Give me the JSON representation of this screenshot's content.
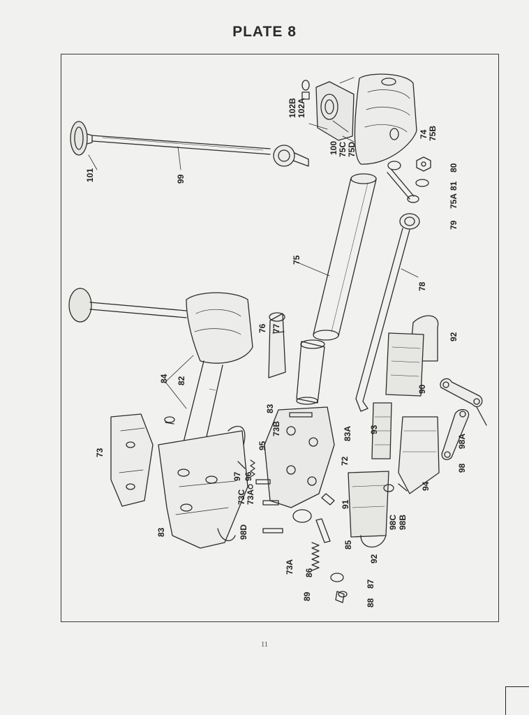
{
  "page": {
    "title": "PLATE 8",
    "page_number": "11"
  },
  "diagram": {
    "callouts": [
      {
        "id": "101",
        "label": "101"
      },
      {
        "id": "99",
        "label": "99"
      },
      {
        "id": "102b",
        "label": "102B"
      },
      {
        "id": "102a",
        "label": "102A"
      },
      {
        "id": "100",
        "label": "100"
      },
      {
        "id": "75c",
        "label": "75C"
      },
      {
        "id": "75d",
        "label": "75D"
      },
      {
        "id": "74",
        "label": "74"
      },
      {
        "id": "75b",
        "label": "75B"
      },
      {
        "id": "80",
        "label": "80"
      },
      {
        "id": "81",
        "label": "81"
      },
      {
        "id": "75a",
        "label": "75A"
      },
      {
        "id": "79",
        "label": "79"
      },
      {
        "id": "75",
        "label": "75"
      },
      {
        "id": "78",
        "label": "78"
      },
      {
        "id": "76",
        "label": "76"
      },
      {
        "id": "77",
        "label": "77"
      },
      {
        "id": "92-top",
        "label": "92"
      },
      {
        "id": "84",
        "label": "84"
      },
      {
        "id": "82",
        "label": "82"
      },
      {
        "id": "90",
        "label": "90"
      },
      {
        "id": "73",
        "label": "73"
      },
      {
        "id": "83-mid",
        "label": "83"
      },
      {
        "id": "73b",
        "label": "73B"
      },
      {
        "id": "83a",
        "label": "83A"
      },
      {
        "id": "93",
        "label": "93"
      },
      {
        "id": "98a",
        "label": "98A"
      },
      {
        "id": "95",
        "label": "95"
      },
      {
        "id": "72",
        "label": "72"
      },
      {
        "id": "97",
        "label": "97"
      },
      {
        "id": "96",
        "label": "96"
      },
      {
        "id": "73c",
        "label": "73C"
      },
      {
        "id": "73a-mid",
        "label": "73A"
      },
      {
        "id": "98",
        "label": "98"
      },
      {
        "id": "94",
        "label": "94"
      },
      {
        "id": "83-left",
        "label": "83"
      },
      {
        "id": "91",
        "label": "91"
      },
      {
        "id": "98c",
        "label": "98C"
      },
      {
        "id": "98b",
        "label": "98B"
      },
      {
        "id": "98d",
        "label": "98D"
      },
      {
        "id": "85",
        "label": "85"
      },
      {
        "id": "92-bottom",
        "label": "92"
      },
      {
        "id": "73a-bottom",
        "label": "73A"
      },
      {
        "id": "86",
        "label": "86"
      },
      {
        "id": "87",
        "label": "87"
      },
      {
        "id": "89",
        "label": "89"
      },
      {
        "id": "88",
        "label": "88"
      }
    ]
  }
}
